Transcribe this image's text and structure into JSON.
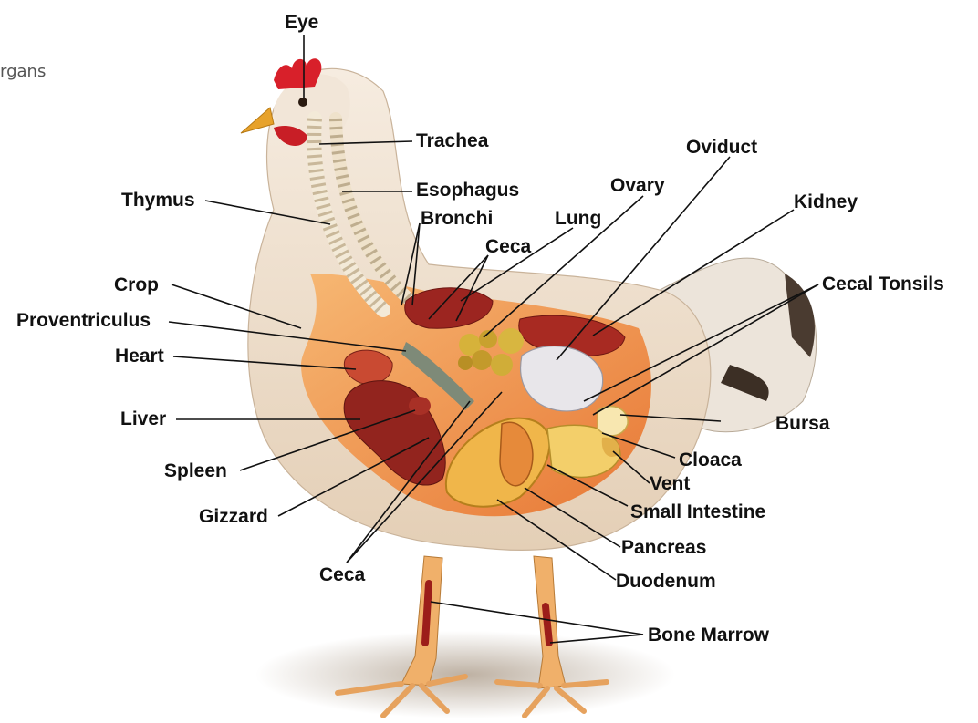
{
  "corner_text": "rgans",
  "labels": {
    "eye": "Eye",
    "trachea": "Trachea",
    "oviduct": "Oviduct",
    "ovary": "Ovary",
    "esophagus": "Esophagus",
    "thymus": "Thymus",
    "bronchi": "Bronchi",
    "lung": "Lung",
    "kidney": "Kidney",
    "ceca_top": "Ceca",
    "crop": "Crop",
    "cecal_tonsils": "Cecal Tonsils",
    "proventriculus": "Proventriculus",
    "heart": "Heart",
    "liver": "Liver",
    "bursa": "Bursa",
    "cloaca": "Cloaca",
    "spleen": "Spleen",
    "vent": "Vent",
    "small_intestine": "Small Intestine",
    "gizzard": "Gizzard",
    "pancreas": "Pancreas",
    "ceca_bottom": "Ceca",
    "duodenum": "Duodenum",
    "bone_marrow": "Bone Marrow"
  },
  "colors": {
    "feather": "#f3e6d6",
    "comb": "#d8202a",
    "organ_red": "#9c2520",
    "cavity": "#f08a3c",
    "beak": "#e7a22b",
    "leader_line": "#111111"
  }
}
